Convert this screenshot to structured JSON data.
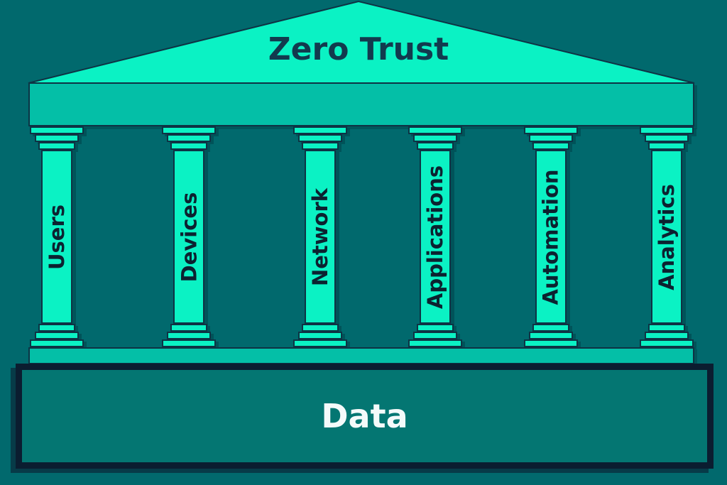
{
  "title": "Zero Trust",
  "pillars": [
    "Users",
    "Devices",
    "Network",
    "Applications",
    "Automation",
    "Analytics"
  ],
  "base_label": "Data",
  "colors": {
    "background": "#01696D",
    "pediment_and_pillars": "#0BF2C4",
    "entablature_and_stylobate": "#04BFA7",
    "shape_outline": "#0E3344",
    "data_box_fill": "#047672",
    "data_box_border": "#0B1D30",
    "title_text": "#123A4E",
    "pillar_text": "#0C2230",
    "data_text": "#F4FAFA"
  }
}
